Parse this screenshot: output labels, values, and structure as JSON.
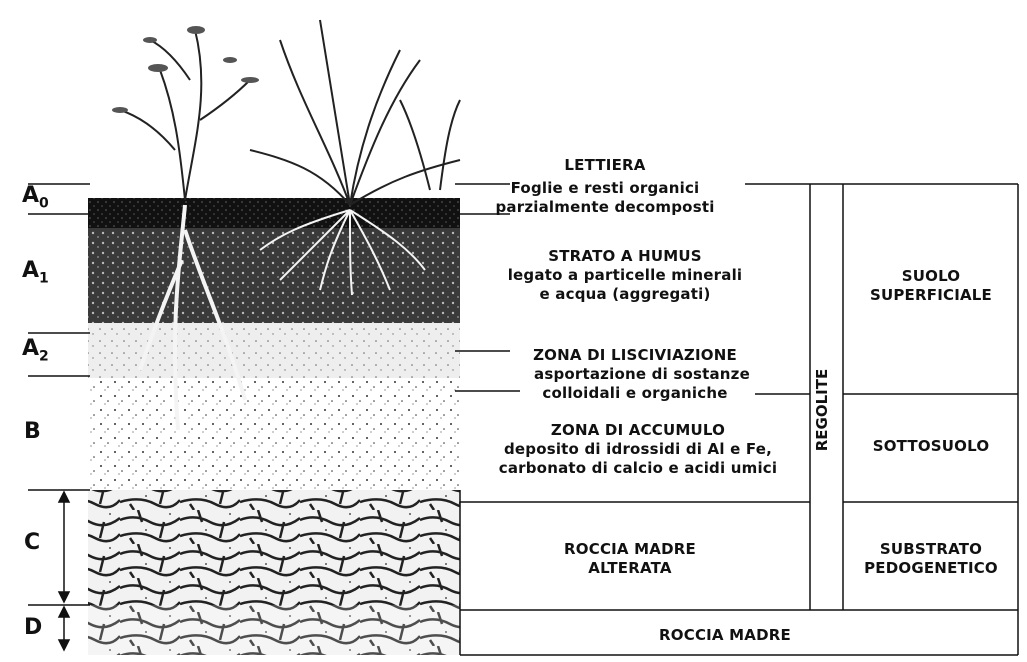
{
  "horizons": [
    {
      "letter": "A",
      "sub": "0"
    },
    {
      "letter": "A",
      "sub": "1"
    },
    {
      "letter": "A",
      "sub": "2"
    },
    {
      "letter": "B",
      "sub": ""
    },
    {
      "letter": "C",
      "sub": ""
    },
    {
      "letter": "D",
      "sub": ""
    }
  ],
  "descriptions": {
    "lettiera_title": "LETTIERA",
    "lettiera_line1": "Foglie e resti organici",
    "lettiera_line2": "parzialmente decomposti",
    "humus_title": "STRATO A HUMUS",
    "humus_line1": "legato a particelle minerali",
    "humus_line2": "e acqua (aggregati)",
    "lisciviazione_title": "ZONA DI LISCIVIAZIONE",
    "lisciviazione_line1": "asportazione di sostanze",
    "lisciviazione_line2": "colloidali e organiche",
    "accumulo_title": "ZONA DI ACCUMULO",
    "accumulo_line1": "deposito di idrossidi di Al e Fe,",
    "accumulo_line2": "carbonato di calcio e acidi umici",
    "roccia_alterata_line1": "ROCCIA MADRE",
    "roccia_alterata_line2": "ALTERATA",
    "roccia_madre": "ROCCIA MADRE"
  },
  "columns": {
    "regolite": "REGOLITE",
    "suolo_line1": "SUOLO",
    "suolo_line2": "SUPERFICIALE",
    "sottosuolo": "SOTTOSUOLO",
    "substrato_line1": "SUBSTRATO",
    "substrato_line2": "PEDOGENETICO"
  }
}
